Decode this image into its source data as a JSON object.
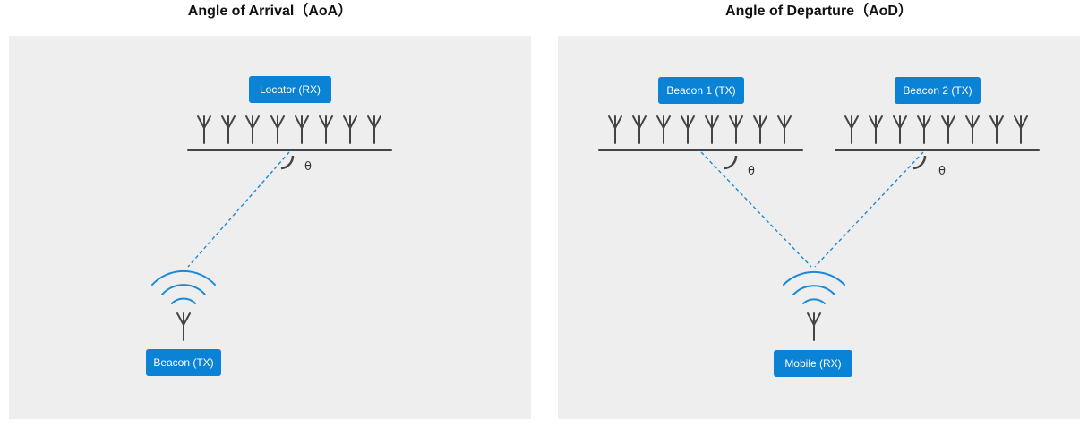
{
  "aoa": {
    "title": "Angle of Arrival（AoA）",
    "locator_label": "Locator (RX)",
    "beacon_label": "Beacon (TX)",
    "angle_symbol": "θ"
  },
  "aod": {
    "title": "Angle of Departure（AoD）",
    "beacon1_label": "Beacon 1 (TX)",
    "beacon2_label": "Beacon 2 (TX)",
    "mobile_label": "Mobile (RX)",
    "angle_symbol": "θ"
  },
  "colors": {
    "panel_bg": "#eeeeee",
    "label_bg": "#0a82d6",
    "signal_blue": "#1a8ad8",
    "antenna_gray": "#444444"
  },
  "icons": [
    "antenna-icon",
    "wifi-signal-icon",
    "angle-arc-icon"
  ]
}
